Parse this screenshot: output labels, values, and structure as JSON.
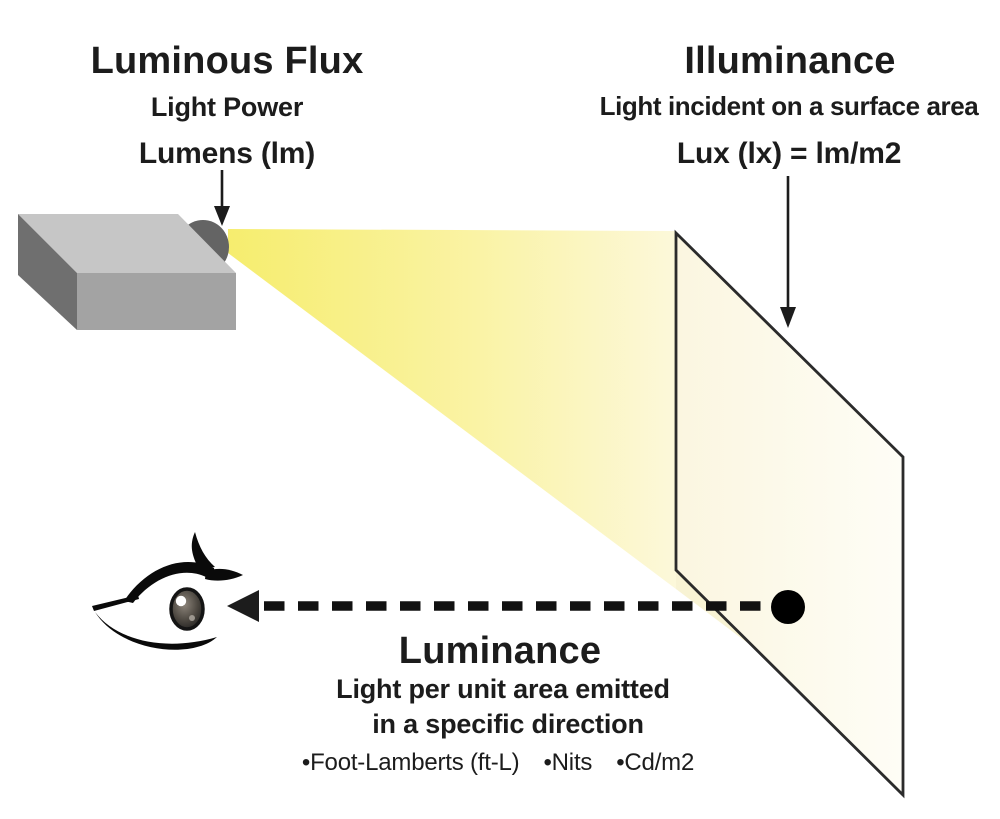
{
  "sections": {
    "luminous_flux": {
      "title": "Luminous Flux",
      "subtitle": "Light Power",
      "unit": "Lumens (lm)"
    },
    "illuminance": {
      "title": "Illuminance",
      "subtitle": "Light incident on a surface area",
      "unit": "Lux (lx) = lm/m2"
    },
    "luminance": {
      "title": "Luminance",
      "subtitle_line1": "Light per unit area emitted",
      "subtitle_line2": "in a specific direction",
      "units": [
        "•Foot-Lamberts (ft-L)",
        "•Nits",
        "•Cd/m2"
      ]
    }
  },
  "icons": {
    "projector": "projector-box-icon",
    "lens": "projector-lens-icon",
    "beam": "light-beam-icon",
    "screen": "screen-surface-icon",
    "dot": "luminance-point-dot-icon",
    "eye": "eye-icon",
    "arrows": [
      "lumens-arrow-icon",
      "lux-arrow-icon",
      "gaze-dashed-arrow-icon"
    ]
  },
  "colors": {
    "ink": "#1c1c1c",
    "beam_start": "#f6ed6e",
    "beam_end": "#fcf8da",
    "beam_spill": "#f8f3d4",
    "screen_left": "#fbf6e0",
    "screen_right": "#fefdf6",
    "projector_top": "#c6c6c6",
    "projector_front": "#a3a3a3",
    "projector_side": "#6f6f6f",
    "lens": "#646464",
    "dot": "#000000"
  }
}
